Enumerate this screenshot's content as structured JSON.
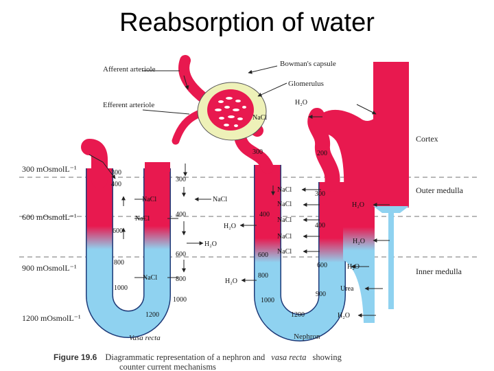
{
  "title": "Reabsorption of water",
  "colors": {
    "red": "#e8194f",
    "blue": "#8fd2f0",
    "capsule": "#eef1b8",
    "tube_outline": "#1e3a78"
  },
  "osmolarity_labels": [
    "300 mOsmolL⁻¹",
    "600 mOsmolL⁻¹",
    "900 mOsmolL⁻¹",
    "1200 mOsmolL⁻¹"
  ],
  "zone_labels": [
    "Cortex",
    "Outer medulla",
    "Inner medulla"
  ],
  "structure_labels": {
    "afferent": "Afferent arteriole",
    "efferent": "Efferent arteriole",
    "bowmans": "Bowman's capsule",
    "glomerulus": "Glomerulus",
    "vasa_recta": "Vasa recta",
    "nephron": "Nephron"
  },
  "vasa_recta_values": {
    "descending": [
      "300",
      "400",
      "600",
      "800",
      "1000"
    ],
    "ascending": [
      "300",
      "400",
      "600",
      "800",
      "1000"
    ],
    "bottom": "1200"
  },
  "nephron_values": {
    "top_left": "300",
    "top_right": "200",
    "descending": [
      "400",
      "600",
      "800",
      "1000"
    ],
    "ascending": [
      "300",
      "400",
      "600",
      "900"
    ],
    "bottom": "1200"
  },
  "solute_labels": {
    "nacl": "NaCl",
    "h2o": "H₂O",
    "urea": "Urea"
  },
  "caption": {
    "prefix": "Figure 19.6",
    "text": "Diagrammatic representation of a nephron and",
    "italic": "vasa recta",
    "suffix": "showing",
    "line2": "counter current mechanisms"
  }
}
